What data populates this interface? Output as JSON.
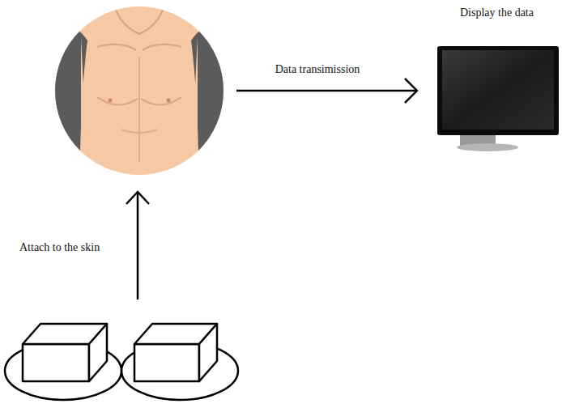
{
  "diagram": {
    "labels": [
      "Display the data",
      "Data transimission",
      "Attach to the skin"
    ]
  }
}
